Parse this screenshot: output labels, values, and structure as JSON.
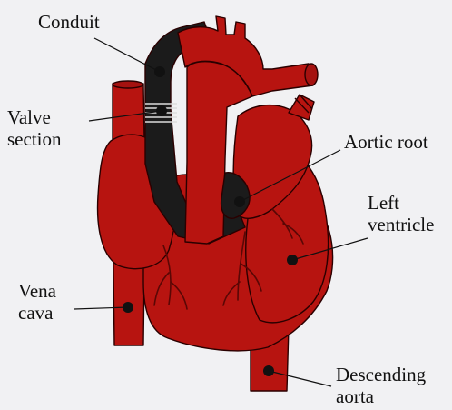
{
  "labels": {
    "conduit": "Conduit",
    "valve_section": [
      "Valve",
      "section"
    ],
    "aortic_root": "Aortic root",
    "left_ventricle": [
      "Left",
      "ventricle"
    ],
    "vena_cava": [
      "Vena",
      "cava"
    ],
    "descending_aorta": [
      "Descending",
      "aorta"
    ]
  },
  "colors": {
    "background": "#f1f1f3",
    "tissue": "#b71410",
    "tissue_dark": "#8e0d0a",
    "outline": "#2a0000",
    "conduit": "#1b1b1b",
    "pointer": "#111111"
  }
}
